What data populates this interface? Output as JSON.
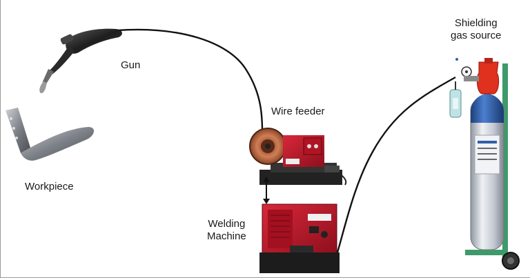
{
  "labels": {
    "gun": "Gun",
    "wire_feeder": "Wire feeder",
    "workpiece": "Workpiece",
    "welding_machine_line1": "Welding",
    "welding_machine_line2": "Machine",
    "gas_source_line1": "Shielding",
    "gas_source_line2": "gas source"
  },
  "colors": {
    "machine_red": "#c0182a",
    "spool_copper": "#c8724a",
    "cylinder_silver": "#c9ced6",
    "cylinder_blue": "#2f5fa8",
    "valve_red": "#e0301e",
    "cart_green": "#3e9a6a",
    "cable": "#111111"
  },
  "icons": [
    "welding-gun-icon",
    "workpiece-icon",
    "wire-feeder-icon",
    "welding-machine-icon",
    "gas-cylinder-icon"
  ]
}
